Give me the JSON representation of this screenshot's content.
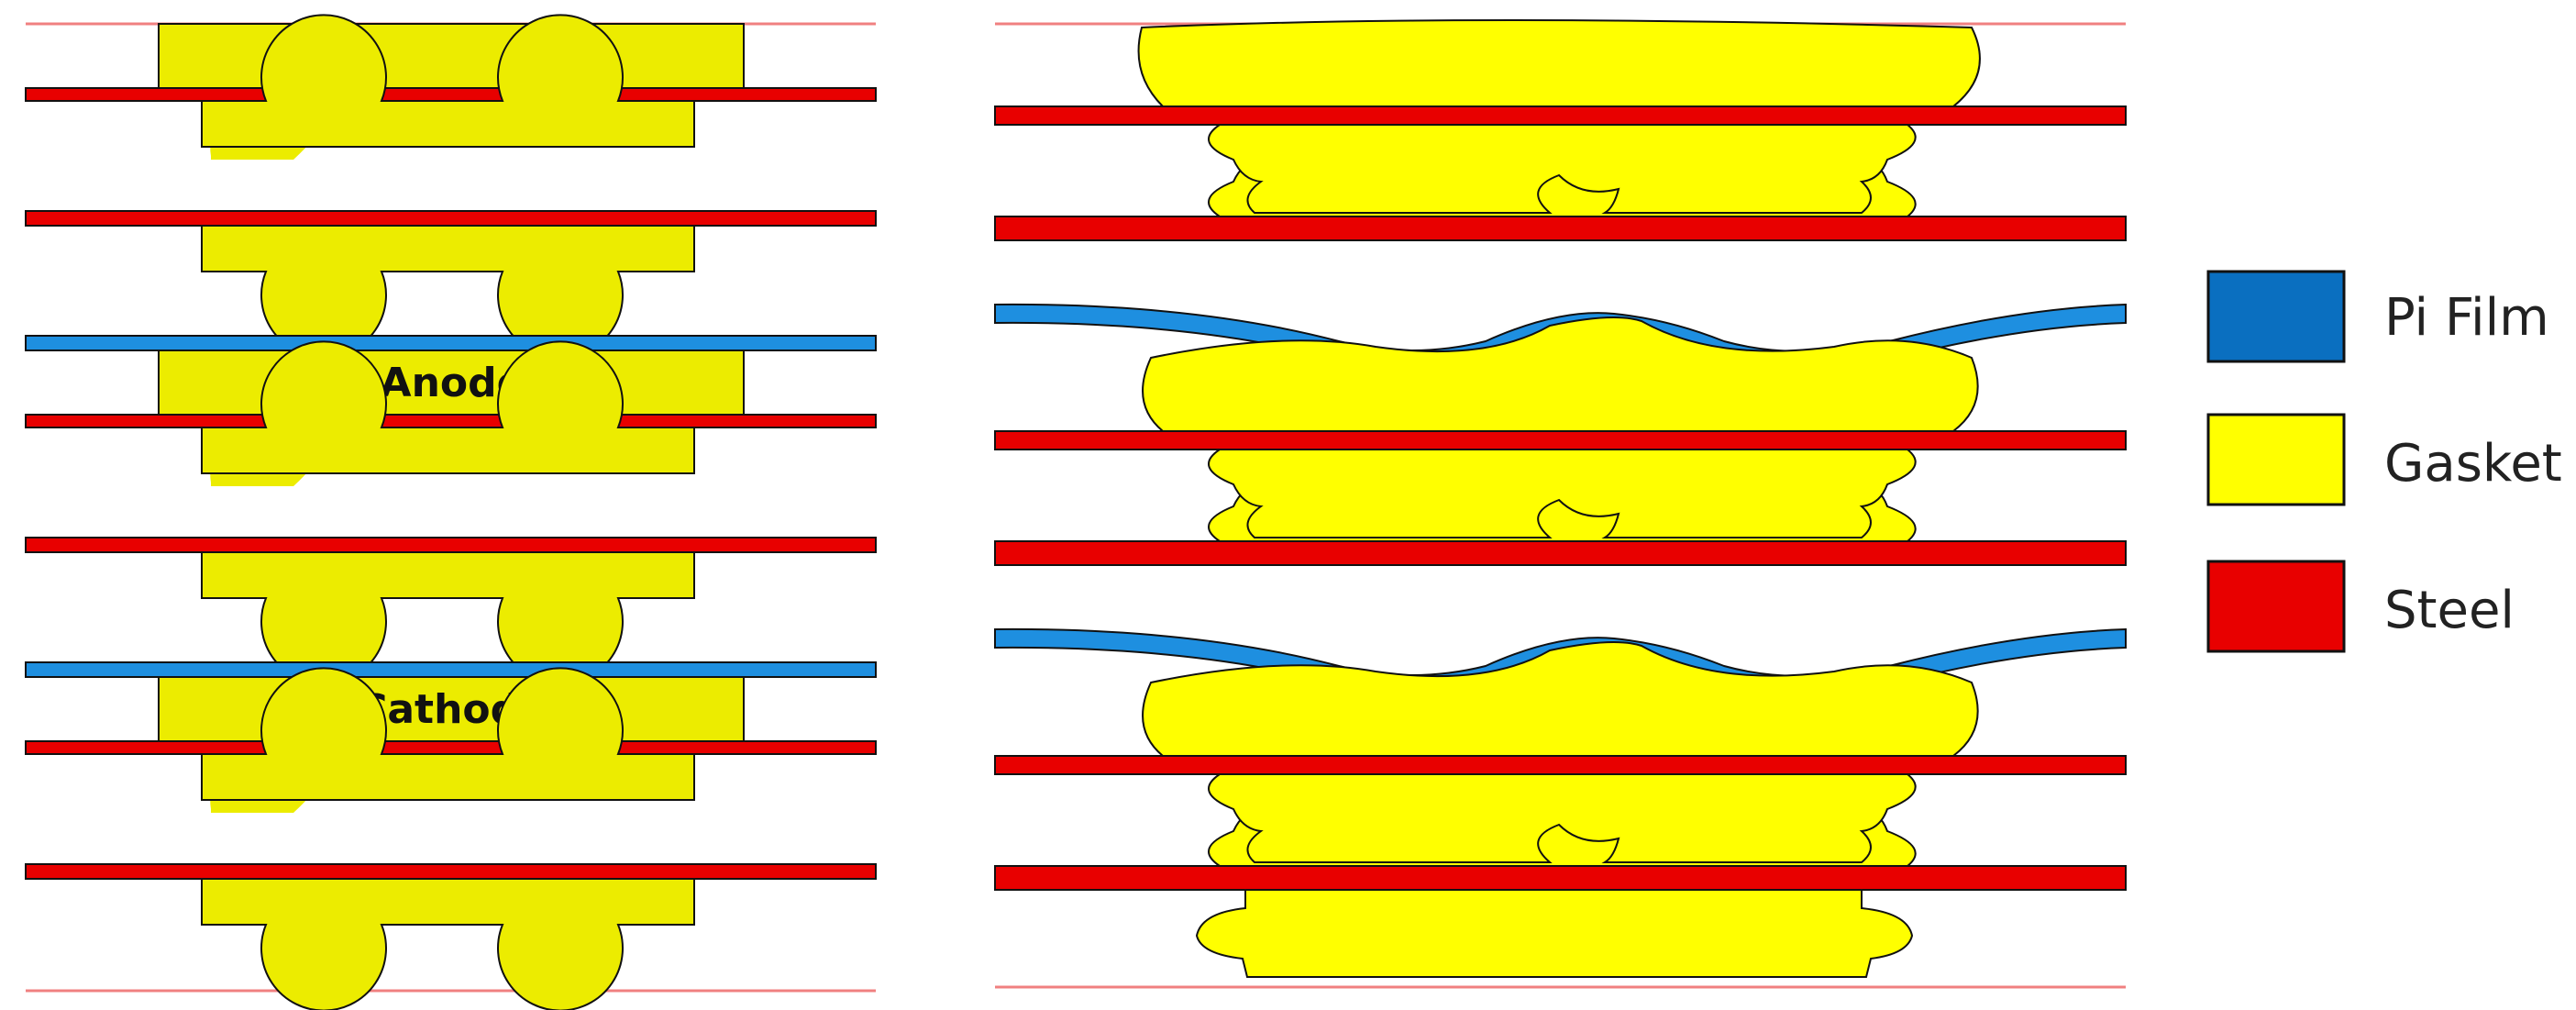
{
  "colors": {
    "pi_film": "#1e8fe0",
    "gasket_left": "#ecec00",
    "gasket_right": "#ffff00",
    "steel": "#e80000",
    "outline": "#111111",
    "boundary_line": "#f08080",
    "legend_pi_film": "#0a6fc0",
    "legend_gasket": "#ffff00",
    "legend_steel": "#e80000"
  },
  "left_diagram": {
    "labels": {
      "anode": "Anode",
      "cathode": "Cathode"
    }
  },
  "legend": {
    "items": [
      {
        "name": "pi-film",
        "label": "Pi Film",
        "color": "#0a6fc0"
      },
      {
        "name": "gasket",
        "label": "Gasket",
        "color": "#ffff00"
      },
      {
        "name": "steel",
        "label": "Steel",
        "color": "#e80000"
      }
    ]
  }
}
